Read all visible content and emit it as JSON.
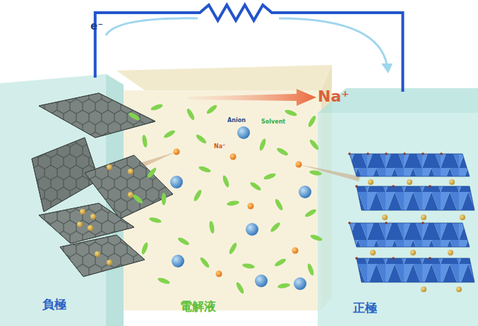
{
  "diagram": {
    "nodes": [
      {
        "text": [
          "負極"
        ]
      },
      {
        "text": [
          "電解液"
        ]
      },
      {
        "text": [
          "正極"
        ]
      }
    ],
    "edges": [
      {
        "from": 0,
        "to": 2,
        "arrow": "none"
      }
    ],
    "labels": [
      "e⁻",
      "Na⁺",
      "Anion",
      "Solvent",
      "Na⁺"
    ]
  }
}
